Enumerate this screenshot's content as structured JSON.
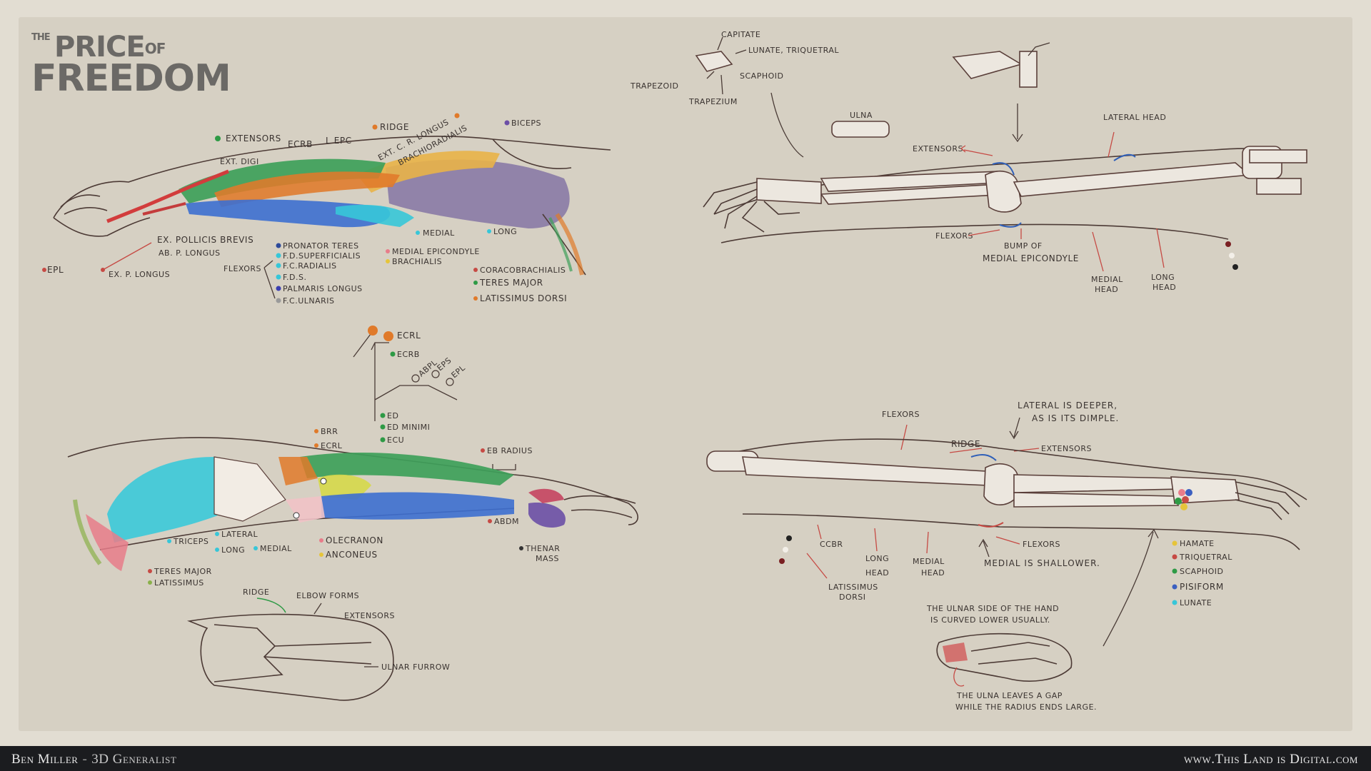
{
  "logo": {
    "the": "THE",
    "price": "PRICE",
    "of": "OF",
    "freedom": "FREEDOM"
  },
  "footer": {
    "name": "Ben Miller",
    "separator": "-",
    "role": "3D Generalist",
    "website": "www.This Land is Digital.com"
  },
  "colors": {
    "paper": "#d6d0c3",
    "footer_bg": "#1b1c1f",
    "extensors_green": "#2e9a45",
    "orange": "#e07a2a",
    "red": "#c43c3c",
    "cyan": "#37c6d8",
    "blue": "#3b5fc0",
    "purple": "#6c4fa6",
    "yellow": "#e6c43a",
    "pink": "#e87c8a"
  },
  "panel1": {
    "labels": {
      "extensors": "EXTENSORS",
      "ecrb": "ECRB",
      "lepc": "L EPC",
      "ridge": "RIDGE",
      "ext_c_r_longus": "EXT. C. R. LONGUS",
      "brachioradialis": "BRACHIORADIALIS",
      "biceps": "BICEPS",
      "ext_digi": "EXT. DIGI",
      "ex_pollicis_brevis": "EX. POLLICIS BREVIS",
      "ab_p_longus": "AB. P. LONGUS",
      "epl": "EPL",
      "ex_p_longus": "EX. P. LONGUS",
      "flexors": "FLEXORS",
      "pronator_teres": "PRONATOR TERES",
      "fd_superficialis": "F.D.SUPERFICIALIS",
      "fc_radialis": "F.C.RADIALIS",
      "fds": "F.D.S.",
      "palmaris_longus": "PALMARIS LONGUS",
      "fc_ulnaris": "F.C.ULNARIS",
      "medial": "MEDIAL",
      "long": "LONG",
      "medial_epicondyle": "MEDIAL EPICONDYLE",
      "brachialis": "BRACHIALIS",
      "coracobrachialis": "CORACOBRACHIALIS",
      "teres_major": "TERES MAJOR",
      "latissimus_dorsi": "LATISSIMUS DORSI"
    }
  },
  "panel2": {
    "labels": {
      "capitate": "CAPITATE",
      "lunate_triquetral": "LUNATE, TRIQUETRAL",
      "scaphoid": "SCAPHOID",
      "trapezoid": "TRAPEZOID",
      "trapezium": "TRAPEZIUM",
      "ulna": "ULNA",
      "lateral_head": "LATERAL HEAD",
      "extensors": "EXTENSORS",
      "flexors": "FLEXORS",
      "bump_of": "BUMP OF",
      "medial_epicondyle": "MEDIAL EPICONDYLE",
      "medial": "MEDIAL",
      "head": "HEAD",
      "long": "LONG"
    }
  },
  "panel3": {
    "labels": {
      "ecrl": "ECRL",
      "ecrb": "ECRB",
      "abpl": "ABPL",
      "eps": "EPS",
      "epl": "EPL",
      "ed": "ED",
      "ed_minimi": "ED MINIMI",
      "ecu": "ECU",
      "brr": "BRR",
      "ecrl2": "ECRL",
      "eb_radius": "EB RADIUS",
      "abdm": "ABDM",
      "thenar": "THENAR",
      "mass": "MASS",
      "triceps": "TRICEPS",
      "lateral": "LATERAL",
      "long": "LONG",
      "medial": "MEDIAL",
      "olecranon": "OLECRANON",
      "anconeus": "ANCONEUS",
      "teres_major": "TERES MAJOR",
      "latissimus": "LATISSIMUS",
      "ridge": "RIDGE",
      "elbow_forms": "ELBOW FORMS",
      "extensors": "EXTENSORS",
      "ulnar_furrow": "ULNAR FURROW"
    }
  },
  "panel4": {
    "labels": {
      "flexors_top": "FLEXORS",
      "lateral_deeper_1": "LATERAL IS DEEPER,",
      "lateral_deeper_2": "AS IS ITS DIMPLE.",
      "ridge": "RIDGE",
      "extensors": "EXTENSORS",
      "ccbr": "CCBR",
      "long": "LONG",
      "head1": "HEAD",
      "medial": "MEDIAL",
      "head2": "HEAD",
      "flexors": "FLEXORS",
      "medial_shallower": "MEDIAL IS SHALLOWER.",
      "latissimus": "LATISSIMUS",
      "dorsi": "DORSI",
      "hamate": "HAMATE",
      "triquetral": "TRIQUETRAL",
      "scaphoid": "SCAPHOID",
      "pisiform": "PISIFORM",
      "lunate": "LUNATE",
      "ulnar_note_1": "THE ULNAR SIDE OF THE HAND",
      "ulnar_note_2": "IS CURVED LOWER USUALLY.",
      "ulna_note_1": "THE ULNA LEAVES A GAP",
      "ulna_note_2": "WHILE THE RADIUS ENDS LARGE."
    }
  }
}
